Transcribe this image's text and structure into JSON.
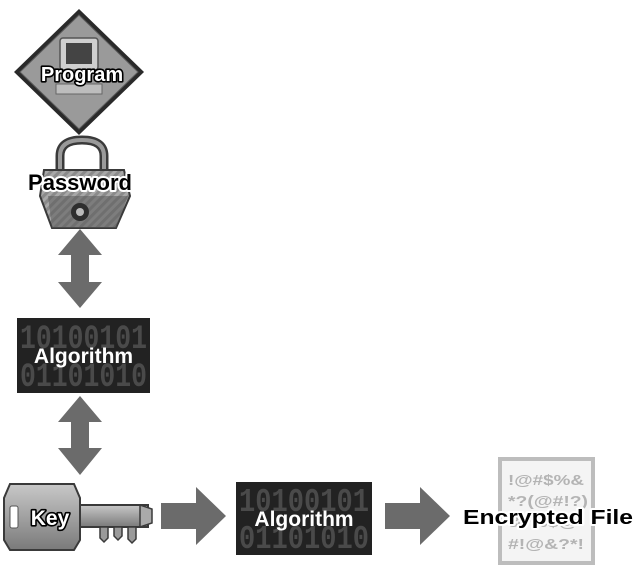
{
  "diagram": {
    "nodes": {
      "program": {
        "label": "Program"
      },
      "password": {
        "label": "Password"
      },
      "algorithm_top": {
        "label": "Algorithm"
      },
      "key": {
        "label": "Key"
      },
      "algorithm_bottom": {
        "label": "Algorithm"
      },
      "encrypted_file": {
        "label": "Encrypted File"
      }
    },
    "binary_pattern": {
      "row1": "10100101",
      "row2": "01101010"
    },
    "encrypted_text": [
      "!@#$%&",
      "*?(@#!?)",
      "&*%$@",
      "#!@&?*!"
    ],
    "edges": [
      {
        "from": "password",
        "to": "algorithm_top",
        "style": "bidirectional"
      },
      {
        "from": "algorithm_top",
        "to": "key",
        "style": "bidirectional"
      },
      {
        "from": "key",
        "to": "algorithm_bottom",
        "style": "forward"
      },
      {
        "from": "algorithm_bottom",
        "to": "encrypted_file",
        "style": "forward"
      }
    ],
    "colors": {
      "arrow": "#6b6b6b",
      "algorithm_box": "#222222",
      "binary_digits": "#4a4a4a",
      "diamond": "#9a9a9a",
      "label_text": "#ffffff",
      "dark_text": "#000000"
    }
  }
}
